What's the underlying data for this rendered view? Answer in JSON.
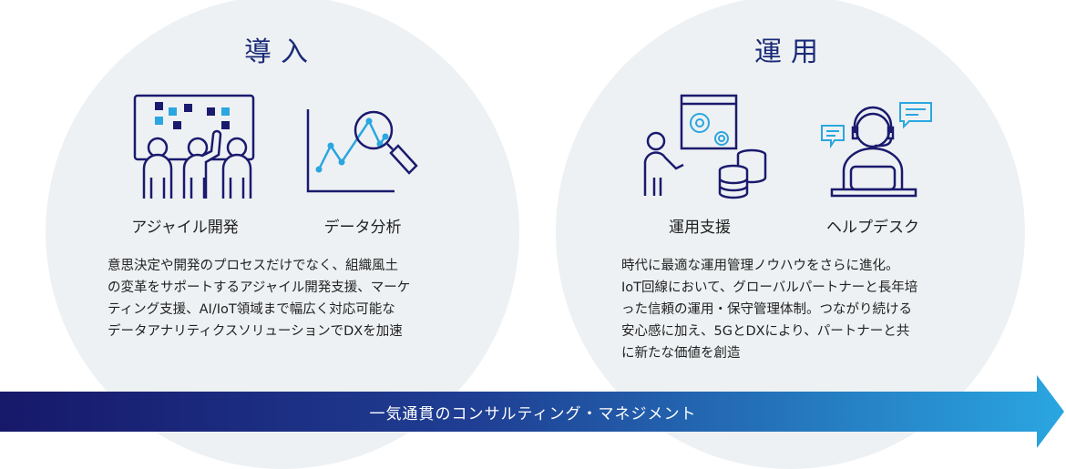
{
  "left": {
    "title": "導入",
    "items": [
      {
        "label": "アジャイル開発",
        "icon": "agile-team-icon"
      },
      {
        "label": "データ分析",
        "icon": "data-analysis-icon"
      }
    ],
    "description": [
      "意思決定や開発のプロセスだけでなく、組織風土",
      "の変革をサポートするアジャイル開発支援、マーケ",
      "ティング支援、AI/IoT領域まで幅広く対応可能な",
      "データアナリティクスソリューションでDXを加速"
    ]
  },
  "right": {
    "title": "運用",
    "items": [
      {
        "label": "運用支援",
        "icon": "operation-support-icon"
      },
      {
        "label": "ヘルプデスク",
        "icon": "helpdesk-icon"
      }
    ],
    "description": [
      "時代に最適な運用管理ノウハウをさらに進化。",
      "IoT回線において、グローバルパートナーと長年培",
      "った信頼の運用・保守管理体制。つながり続ける",
      "安心感に加え、5GとDXにより、パートナーと共",
      "に新たな価値を創造"
    ]
  },
  "arrow": {
    "label": "一気通貫のコンサルティング・マネジメント"
  },
  "colors": {
    "navy": "#1a1a6e",
    "blue": "#2aa6e0",
    "circle": "#eef1f3"
  }
}
